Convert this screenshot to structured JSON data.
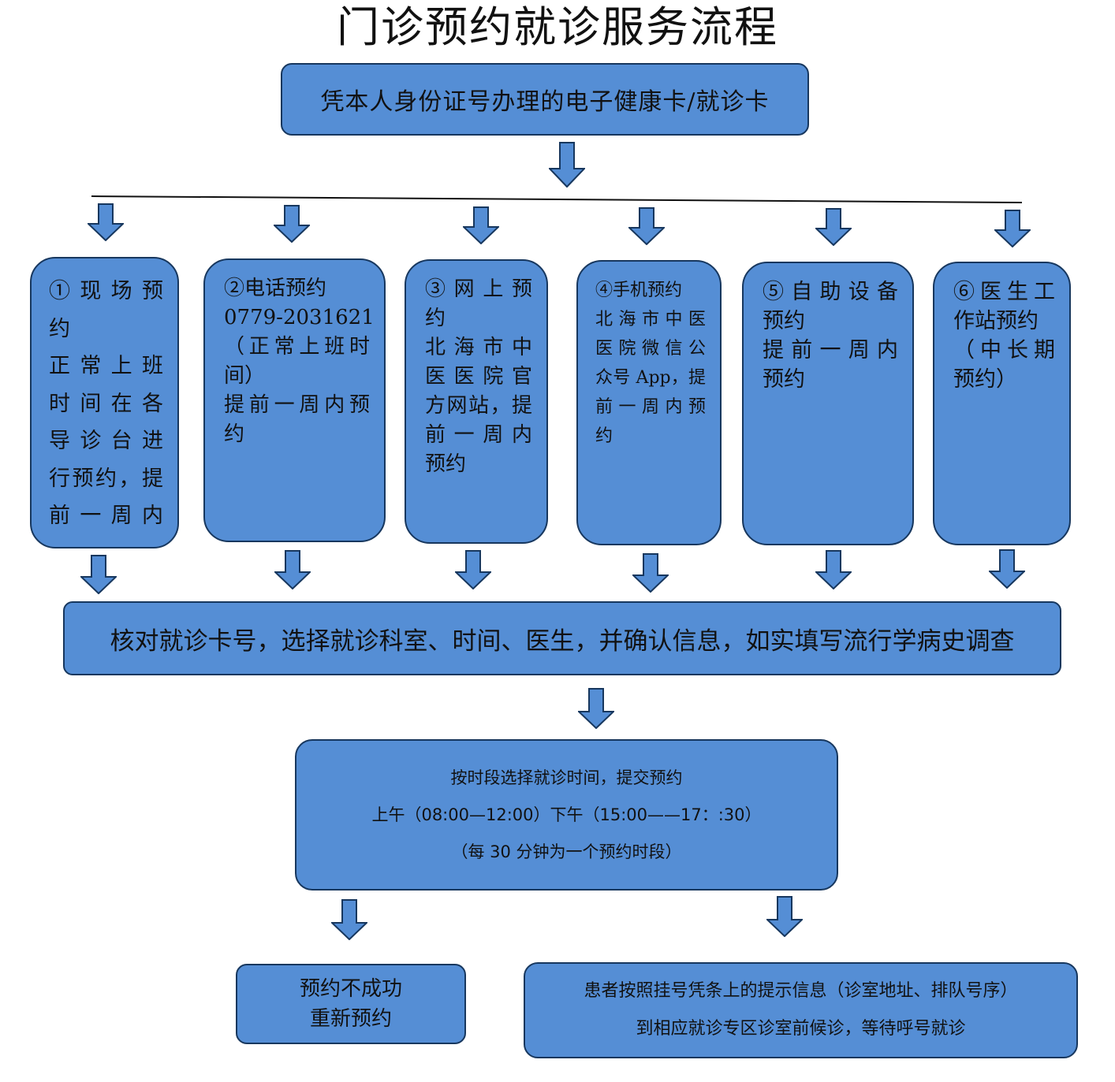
{
  "title": "门诊预约就诊服务流程",
  "colors": {
    "box_fill": "#558ed5",
    "box_border": "#17375e",
    "text": "#111111"
  },
  "card_box": {
    "text": "凭本人身份证号办理的电子健康卡/就诊卡"
  },
  "channels": [
    {
      "lines": [
        "①现场预",
        "约",
        "正常上班",
        "时间在各",
        "导诊台进",
        "行预约，提",
        "前一周内"
      ]
    },
    {
      "lines": [
        "②电话预约",
        "0779-2031621",
        "（正常上班时",
        "间）",
        "提前一周内预",
        "约"
      ]
    },
    {
      "lines": [
        "③网上预",
        "约",
        "北海市中",
        "医医院官",
        "方网站，提",
        "前一周内",
        "预约"
      ]
    },
    {
      "lines": [
        "④手机预约",
        "北海市中医",
        "医院微信公",
        "众号 App，提",
        "前一周内预",
        "约"
      ]
    },
    {
      "lines": [
        "⑤自助设备",
        "预约",
        "提前一周内",
        "预约"
      ]
    },
    {
      "lines": [
        "⑥医生工",
        "作站预约",
        "（中长期",
        "预约）"
      ]
    }
  ],
  "confirm_box": {
    "text": "核对就诊卡号，选择就诊科室、时间、医生，并确认信息，如实填写流行学病史调查"
  },
  "time_box": {
    "line1": "按时段选择就诊时间，提交预约",
    "line2": "上午（08:00—12:00）下午（15:00——17：:30）",
    "line3": "（每 30 分钟为一个预约时段）"
  },
  "fail_box": {
    "line1": "预约不成功",
    "line2": "重新预约"
  },
  "success_box": {
    "line1": "患者按照挂号凭条上的提示信息（诊室地址、排队号序）",
    "line2": "到相应就诊专区诊室前候诊，等待呼号就诊"
  }
}
